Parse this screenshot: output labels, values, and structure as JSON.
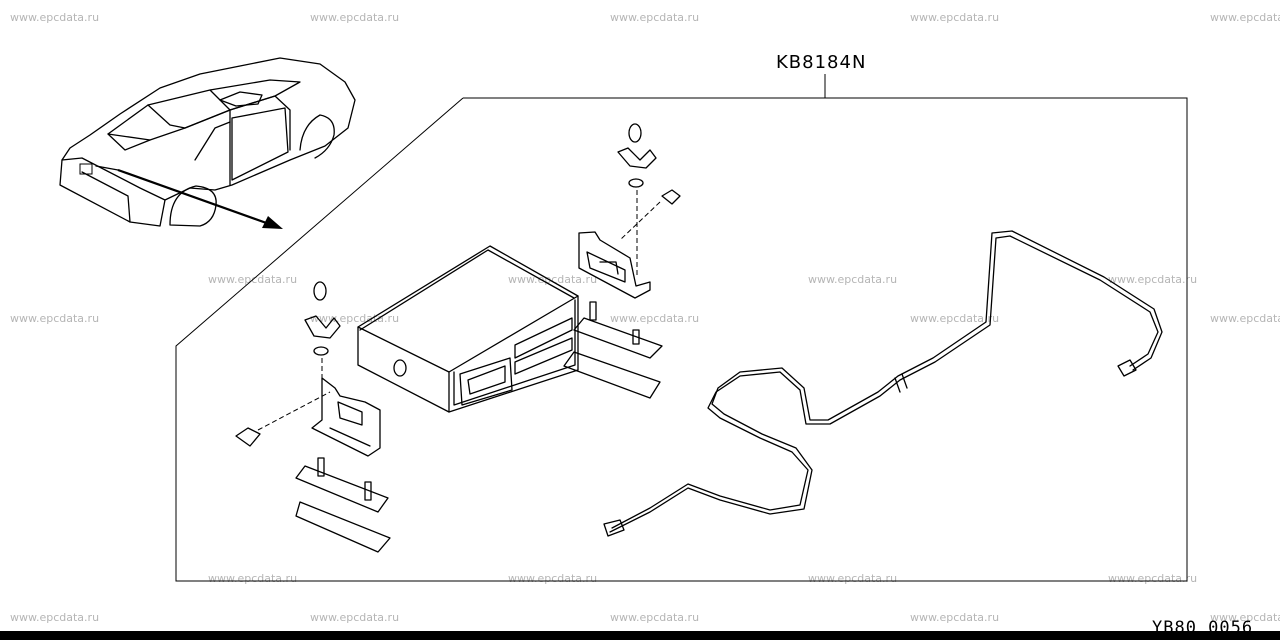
{
  "watermark": "www.epcdata.ru",
  "part_label": "KB8184N",
  "diagram_id": "YB80 0056"
}
